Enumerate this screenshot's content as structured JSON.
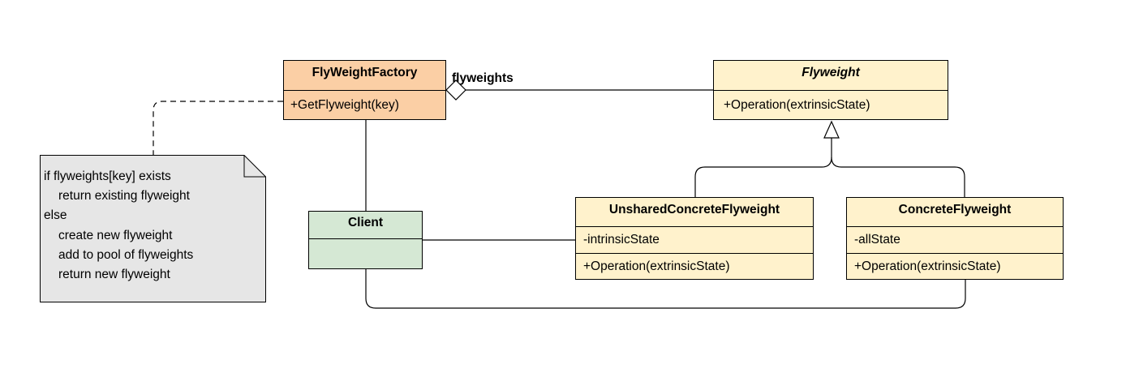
{
  "diagram": {
    "classes": {
      "factory": {
        "name": "FlyWeightFactory",
        "op": "+GetFlyweight(key)",
        "fill": "#fbcfa5"
      },
      "flyweight": {
        "name": "Flyweight",
        "op": "+Operation(extrinsicState)",
        "fill": "#fff2cc"
      },
      "client": {
        "name": "Client",
        "fill": "#d5e8d4"
      },
      "unshared": {
        "name": "UnsharedConcreteFlyweight",
        "attr": "-intrinsicState",
        "op": "+Operation(extrinsicState)",
        "fill": "#fff2cc"
      },
      "concrete": {
        "name": "ConcreteFlyweight",
        "attr": "-allState",
        "op": "+Operation(extrinsicState)",
        "fill": "#fff2cc"
      }
    },
    "association_label": "flyweights",
    "note": {
      "fill": "#e6e6e6",
      "lines": [
        "if flyweights[key] exists",
        "return existing flyweight",
        "else",
        "create new flyweight",
        "add to pool of flyweights",
        "return new flyweight"
      ]
    }
  }
}
